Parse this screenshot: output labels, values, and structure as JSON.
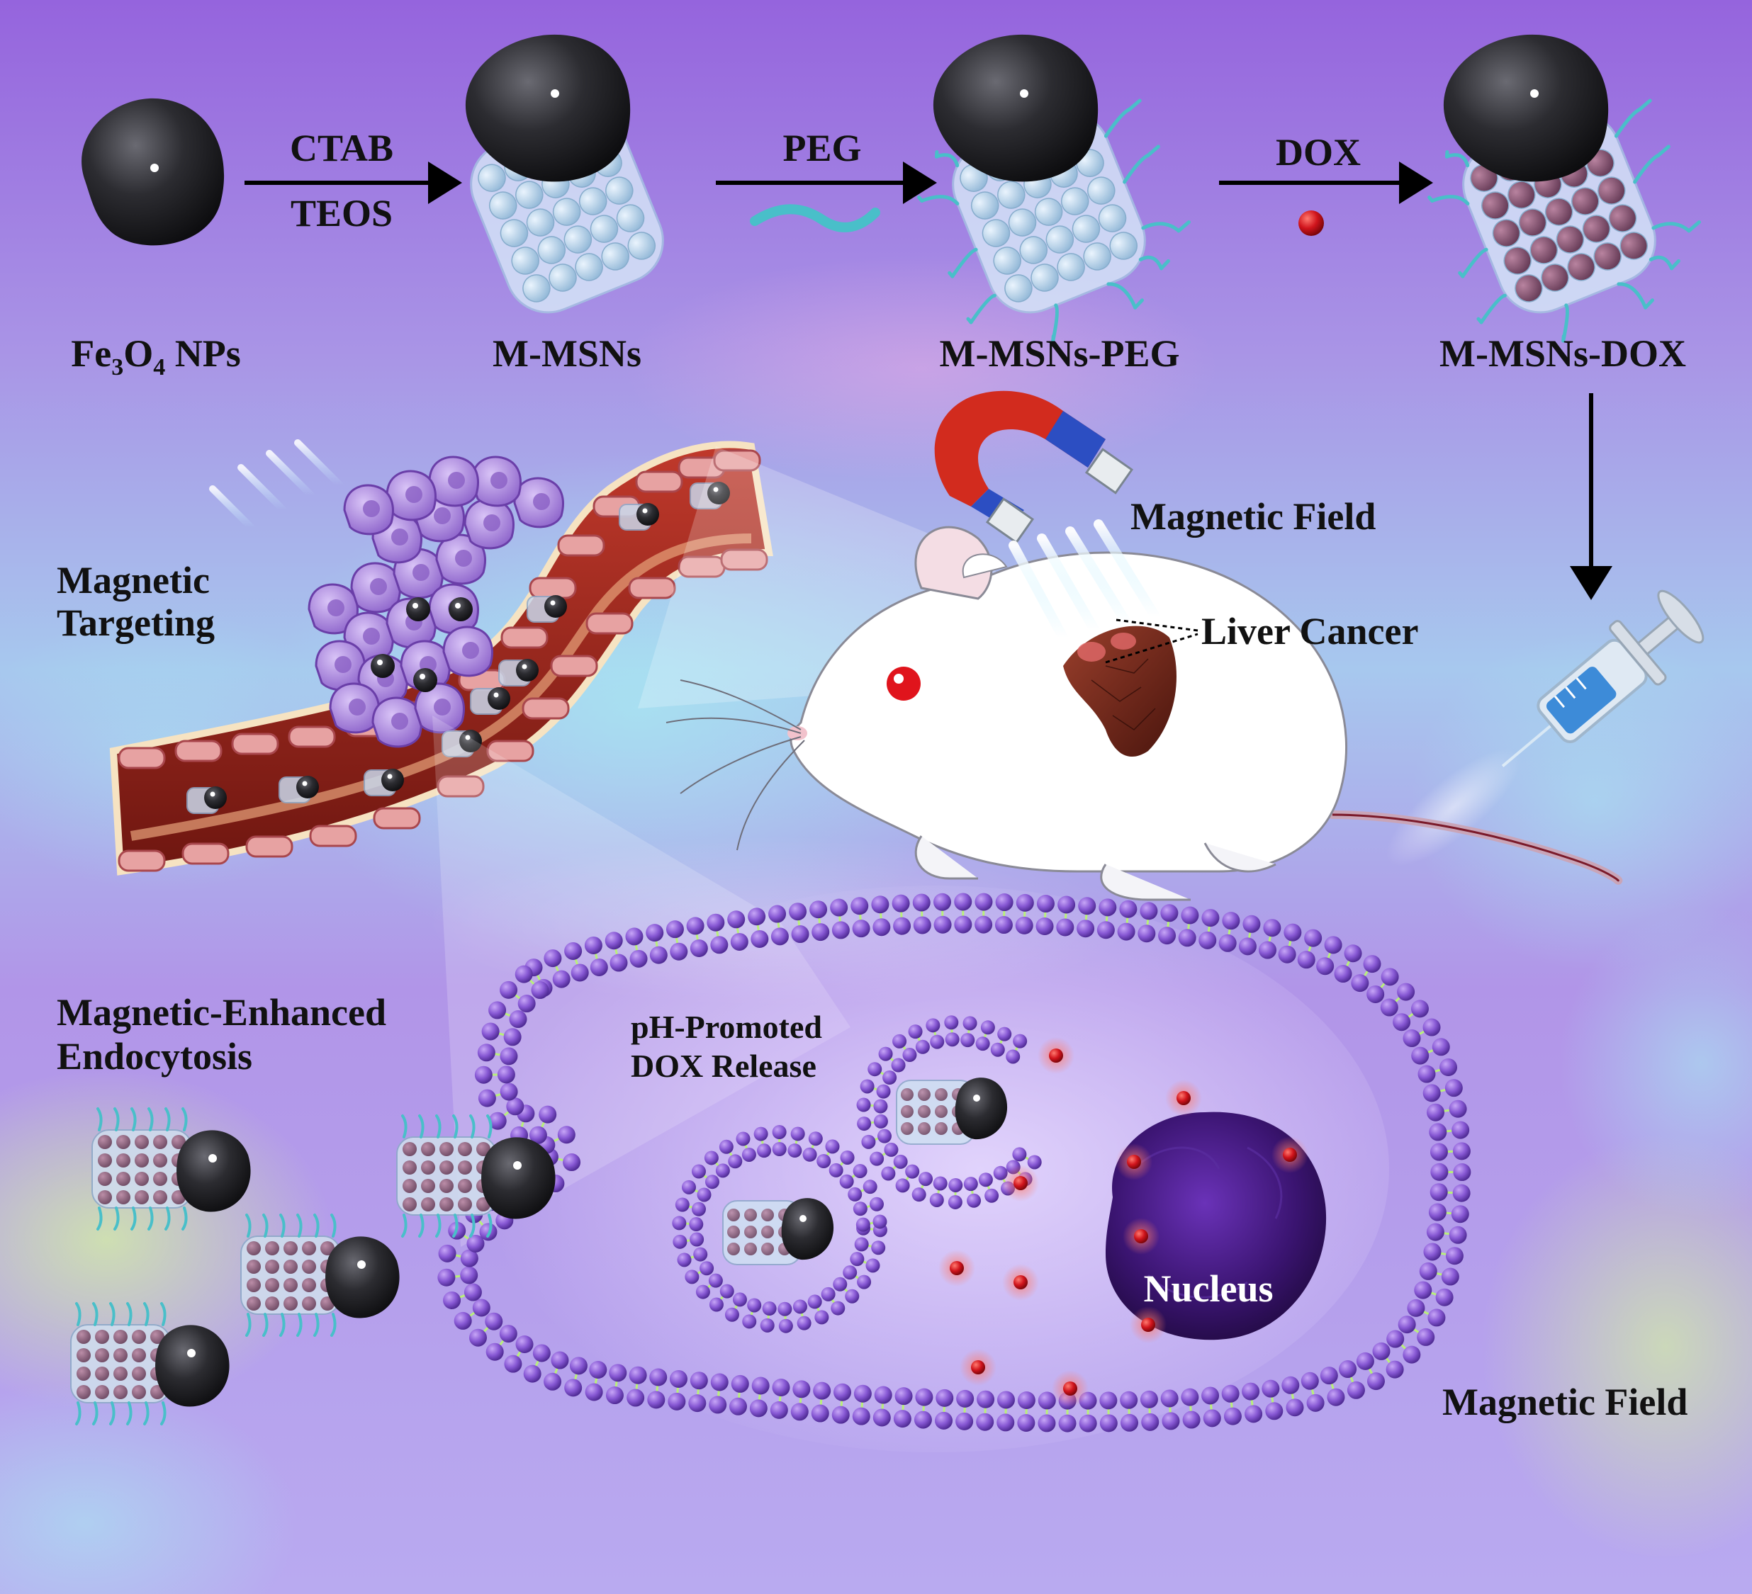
{
  "synthesis": {
    "step1_reagent_top": "CTAB",
    "step1_reagent_bottom": "TEOS",
    "step2_reagent": "PEG",
    "step3_reagent": "DOX"
  },
  "particles": {
    "p1_prefix": "Fe",
    "p1_sub1": "3",
    "p1_mid": "O",
    "p1_sub2": "4",
    "p1_suffix": " NPs",
    "p2": "M-MSNs",
    "p3": "M-MSNs-PEG",
    "p4": "M-MSNs-DOX"
  },
  "middle": {
    "magnetic_field": "Magnetic Field",
    "liver_cancer": "Liver Cancer",
    "magnetic_targeting_line1": "Magnetic",
    "magnetic_targeting_line2": "Targeting"
  },
  "bottom": {
    "endocytosis_line1": "Magnetic-Enhanced",
    "endocytosis_line2": "Endocytosis",
    "release_line1": "pH-Promoted",
    "release_line2": "DOX Release",
    "nucleus": "Nucleus",
    "magnetic_field": "Magnetic Field"
  },
  "colors": {
    "background_top": "#9a6fe0",
    "background_bottom": "#b8a6ee",
    "membrane_bead": "#8a5ad6",
    "dox": "#d0141c",
    "iron_oxide": "#2a2a2e",
    "silica": "#cfe3f3",
    "peg": "#49bfc9",
    "vessel": "#a42a1c",
    "nucleus": "#3a1470"
  },
  "icons": [
    "magnet-icon",
    "syringe-icon",
    "mouse-illustration",
    "blood-vessel-illustration"
  ]
}
